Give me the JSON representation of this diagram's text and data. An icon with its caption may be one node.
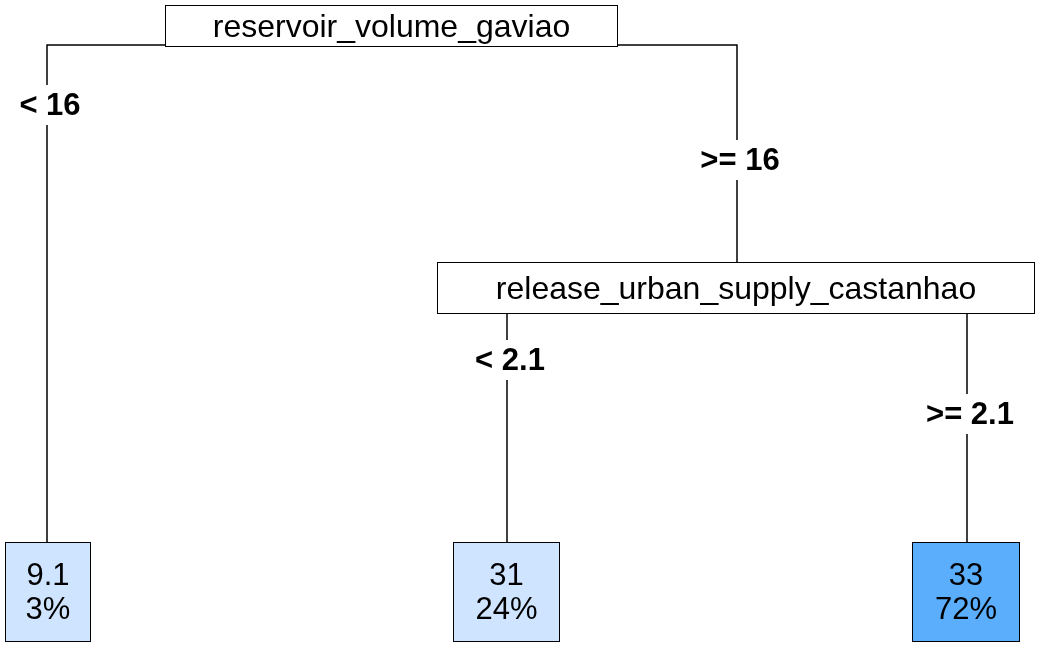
{
  "diagram": {
    "nodes": [
      {
        "text": [
          "reservoir_volume_gaviao"
        ]
      },
      {
        "text": [
          "9.1",
          "3%"
        ]
      },
      {
        "text": [
          "release_urban_supply_castanhao"
        ]
      },
      {
        "text": [
          "31",
          "24%"
        ]
      },
      {
        "text": [
          "33",
          "72%"
        ]
      }
    ],
    "edges": [
      {
        "from": 0,
        "to": 1,
        "arrow": "none",
        "label": "< 16"
      },
      {
        "from": 0,
        "to": 2,
        "arrow": "none",
        "label": ">= 16"
      },
      {
        "from": 2,
        "to": 3,
        "arrow": "none",
        "label": "< 2.1"
      },
      {
        "from": 2,
        "to": 4,
        "arrow": "none",
        "label": ">= 2.1"
      }
    ]
  }
}
